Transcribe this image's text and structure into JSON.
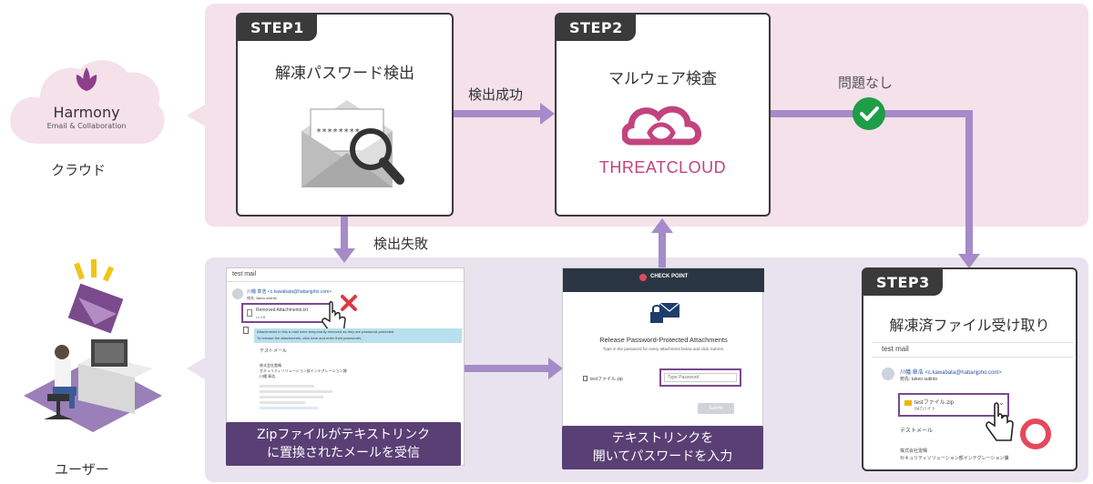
{
  "cloud": {
    "label": "クラウド",
    "logo_name": "Harmony",
    "logo_sub": "Email & Collaboration",
    "brand_color": "#8e3f8c"
  },
  "user": {
    "label": "ユーザー"
  },
  "step1": {
    "tag": "STEP1",
    "title": "解凍パスワード検出"
  },
  "step2": {
    "tag": "STEP2",
    "title": "マルウェア検査",
    "logo_text": "THREATCLOUD"
  },
  "step3": {
    "tag": "STEP3",
    "title": "解凍済ファイル受け取り",
    "mail_subject": "test mail",
    "sender": "川幡 章浩 <c.kawabata@habanjpho.com>",
    "to": "宛先: takeo sutinto",
    "file_name": "testファイル.zip",
    "file_size": "647バイト",
    "body_line": "テストメール",
    "company": "株式会社雷鳴",
    "company_sub": "セキュリティソリューション部インテグレーション課"
  },
  "arrows": {
    "detect_success": "検出成功",
    "no_problem": "問題なし",
    "detect_fail": "検出失敗"
  },
  "email_panel": {
    "subject": "test mail",
    "sender": "川幡 章浩 <c.kawabata@habanjpho.com>",
    "to": "宛先: takeo sutinto",
    "removed_label": "Removed Attachments.txt",
    "removed_size": "xx KB",
    "notice_line1": "Attachments in this e-mail were temporarily removed as they are password-protected.",
    "notice_line2": "To release the attachments, click here and enter their passwords.",
    "body_line": "テストメール",
    "company": "株式会社雷鳴",
    "company_sub": "セキュリティソリューション部インテグレーション課",
    "signature_name": "川幡 章浩",
    "caption_line1": "Zipファイルがテキストリンク",
    "caption_line2": "に置換されたメールを受信"
  },
  "release_panel": {
    "brand": "CHECK POINT",
    "title": "Release Password-Protected Attachments",
    "instruction": "Type in the password for every attachment below and click Submit.",
    "file_label": "testファイル.zip",
    "password_placeholder": "Type Password",
    "submit_label": "Submit",
    "caption_line1": "テキストリンクを",
    "caption_line2": "開いてパスワードを入力"
  },
  "colors": {
    "arrow": "#a58bc9",
    "check": "#1e9e46",
    "caption_bg": "#5a3f75",
    "highlight": "#7b4a8c"
  }
}
